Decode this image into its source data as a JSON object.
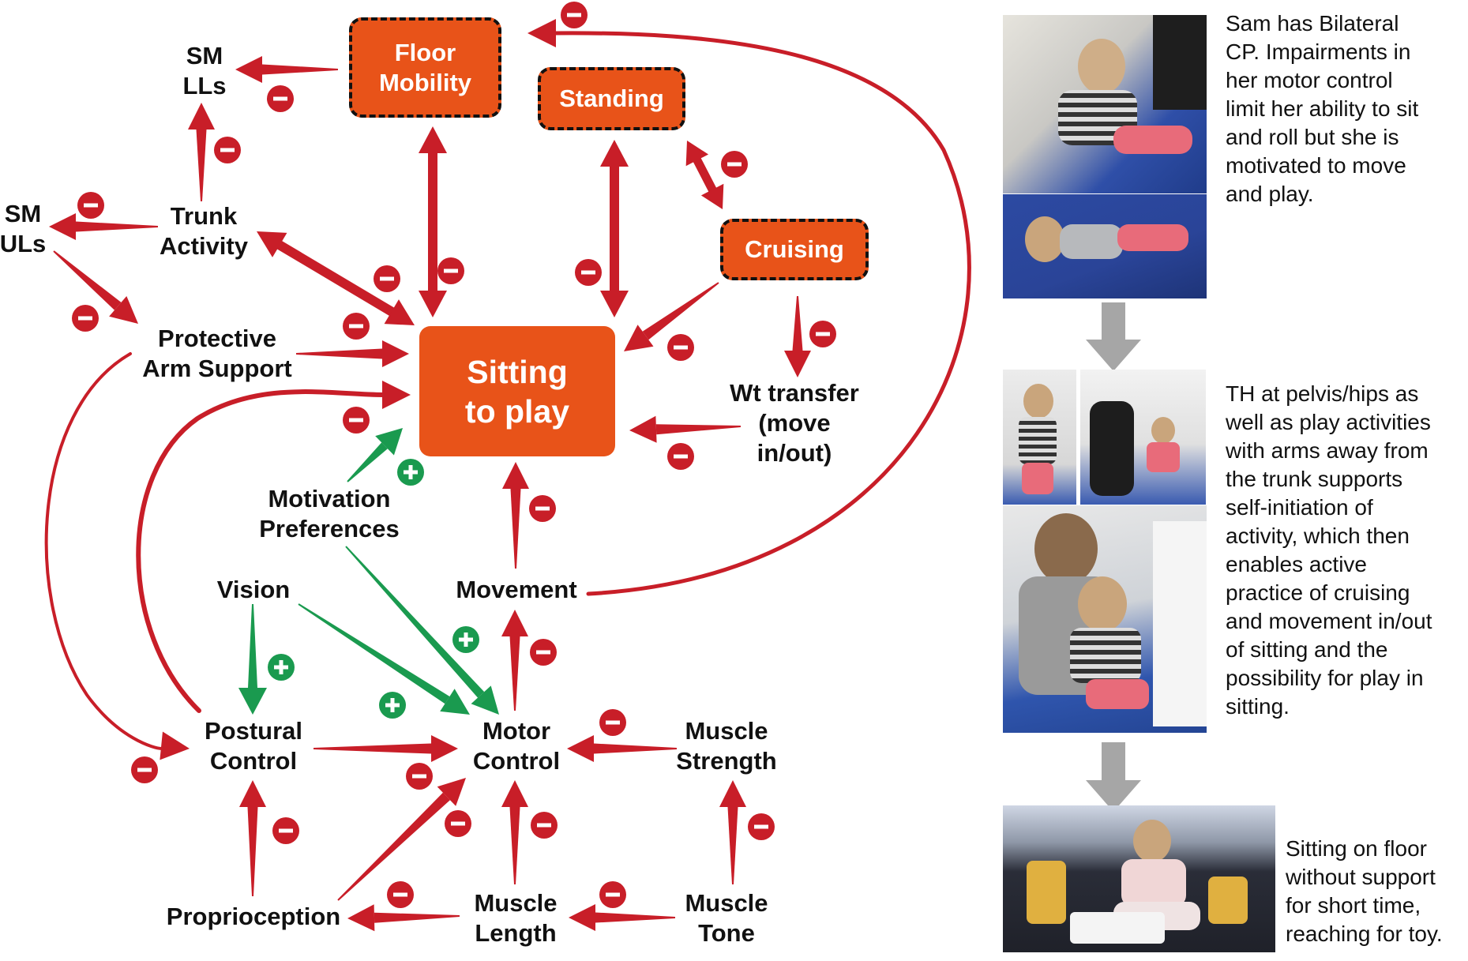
{
  "nodes": {
    "floor_mobility": "Floor\nMobility",
    "standing": "Standing",
    "cruising": "Cruising",
    "sitting_to_play": "Sitting\nto play",
    "sm_lls": "SM\nLLs",
    "sm_uls": "SM\nULs",
    "trunk_activity": "Trunk\nActivity",
    "protective_arm_support": "Protective\nArm Support",
    "wt_transfer": "Wt transfer\n(move\nin/out)",
    "motivation_preferences": "Motivation\nPreferences",
    "vision": "Vision",
    "movement": "Movement",
    "postural_control": "Postural\nControl",
    "motor_control": "Motor\nControl",
    "muscle_strength": "Muscle\nStrength",
    "proprioception": "Proprioception",
    "muscle_length": "Muscle\nLength",
    "muscle_tone": "Muscle\nTone"
  },
  "signs": {
    "negative": "−",
    "positive": "+"
  },
  "colors": {
    "negative_arrow": "#c81e28",
    "positive_arrow": "#1a9a4f",
    "activity_box": "#e85319",
    "flow_arrow": "#a6a6a6"
  },
  "captions": {
    "first": "Sam has Bilateral\nCP. Impairments in\nher motor control\nlimit her ability to sit\nand roll but she is\nmotivated to move\nand play.",
    "second": "TH at pelvis/hips as\nwell as play activities\nwith arms away from\nthe trunk supports\nself-initiation of\nactivity, which then\nenables active\npractice of cruising\nand movement in/out\nof sitting and the\npossibility for play in\nsitting.",
    "third": "Sitting on floor\nwithout support\nfor short time,\nreaching for toy."
  }
}
